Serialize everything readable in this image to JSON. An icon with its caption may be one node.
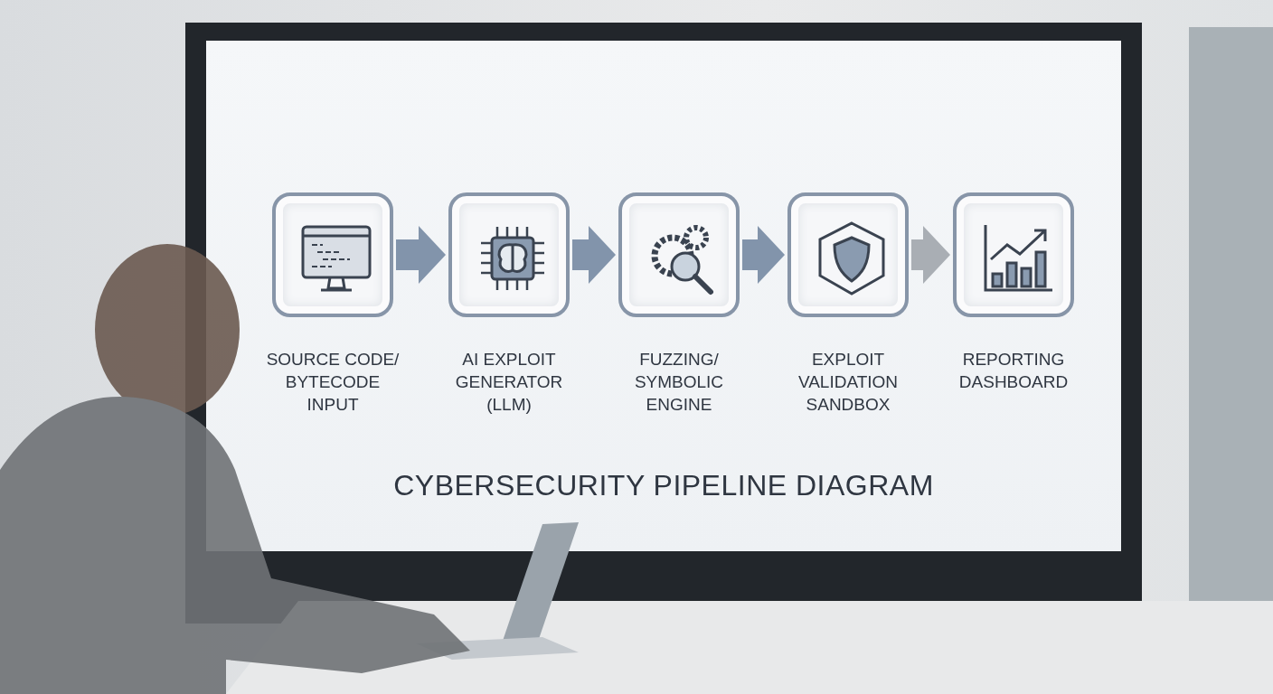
{
  "diagram": {
    "title": "CYBERSECURITY PIPELINE DIAGRAM",
    "nodes": [
      {
        "text": [
          "SOURCE CODE/ BYTECODE INPUT"
        ]
      },
      {
        "text": [
          "AI EXPLOIT GENERATOR (LLM)"
        ]
      },
      {
        "text": [
          "FUZZING/ SYMBOLIC ENGINE"
        ]
      },
      {
        "text": [
          "EXPLOIT VALIDATION SANDBOX"
        ]
      },
      {
        "text": [
          "REPORTING DASHBOARD"
        ]
      }
    ],
    "edges": [
      {
        "from": 0,
        "to": 1,
        "arrow": "to"
      },
      {
        "from": 1,
        "to": 2,
        "arrow": "to"
      },
      {
        "from": 2,
        "to": 3,
        "arrow": "to"
      },
      {
        "from": 3,
        "to": 4,
        "arrow": "to",
        "color": "#a9aeb4"
      }
    ]
  }
}
